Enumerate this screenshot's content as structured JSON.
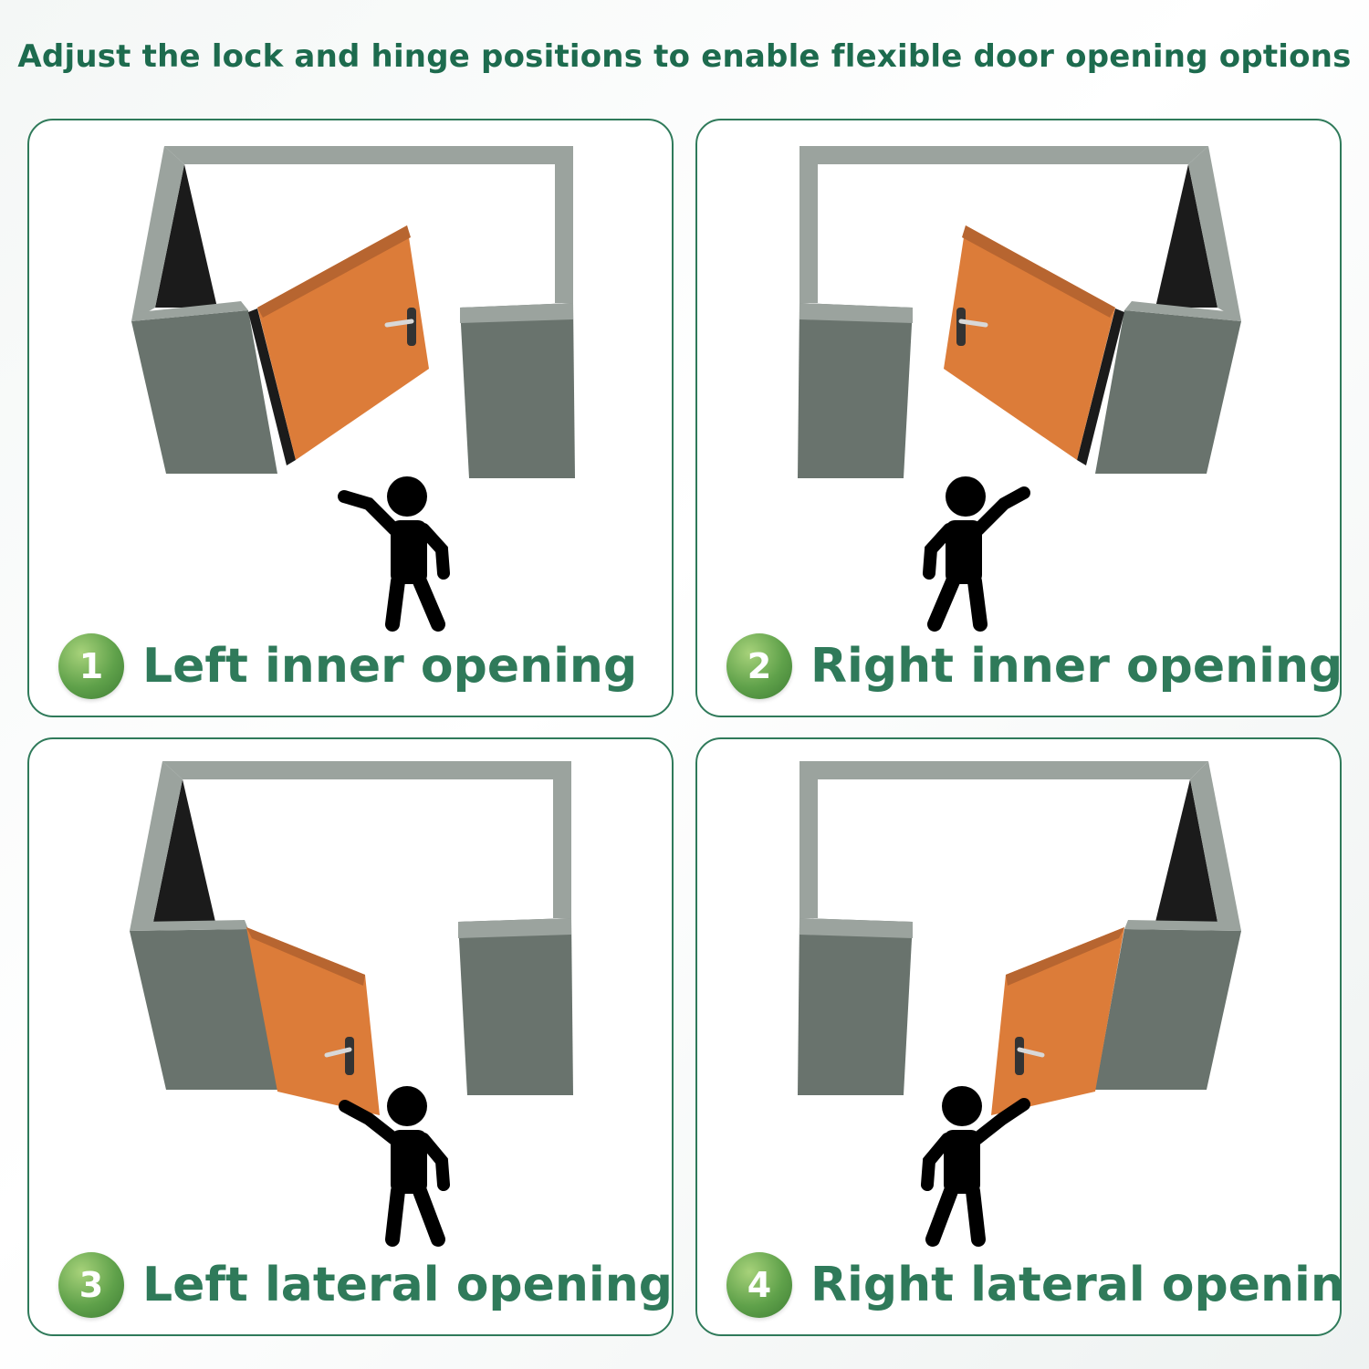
{
  "headline": "Adjust the lock and hinge positions to enable flexible door opening options",
  "colors": {
    "accent": "#2f7a5a",
    "wall_top": "#9ba39e",
    "wall_face": "#69736d",
    "door": "#dc7c39",
    "door_edge": "#b76530",
    "shadow": "#1b1b1b"
  },
  "panels": [
    {
      "number": "1",
      "label": "Left inner opening"
    },
    {
      "number": "2",
      "label": "Right inner opening"
    },
    {
      "number": "3",
      "label": "Left lateral opening"
    },
    {
      "number": "4",
      "label": "Right lateral opening"
    }
  ]
}
